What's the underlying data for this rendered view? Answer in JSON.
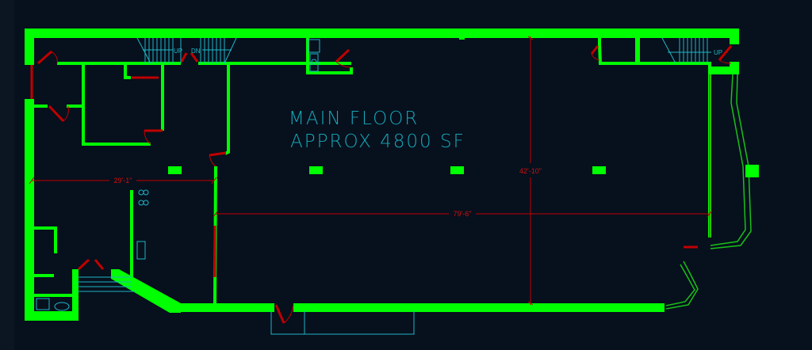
{
  "plan": {
    "title_line1": "MAIN FLOOR",
    "title_line2": "APPROX 4800 SF",
    "stair_labels": [
      "UP",
      "DN",
      "UP"
    ],
    "dimensions": {
      "width_left": "29'-1\"",
      "width_main": "79'-6\"",
      "depth": "42'-10\""
    }
  },
  "colors": {
    "background": "#07101d",
    "walls": "#00ff00",
    "doors_dimensions": "#c00000",
    "text": "#17a7b8"
  }
}
